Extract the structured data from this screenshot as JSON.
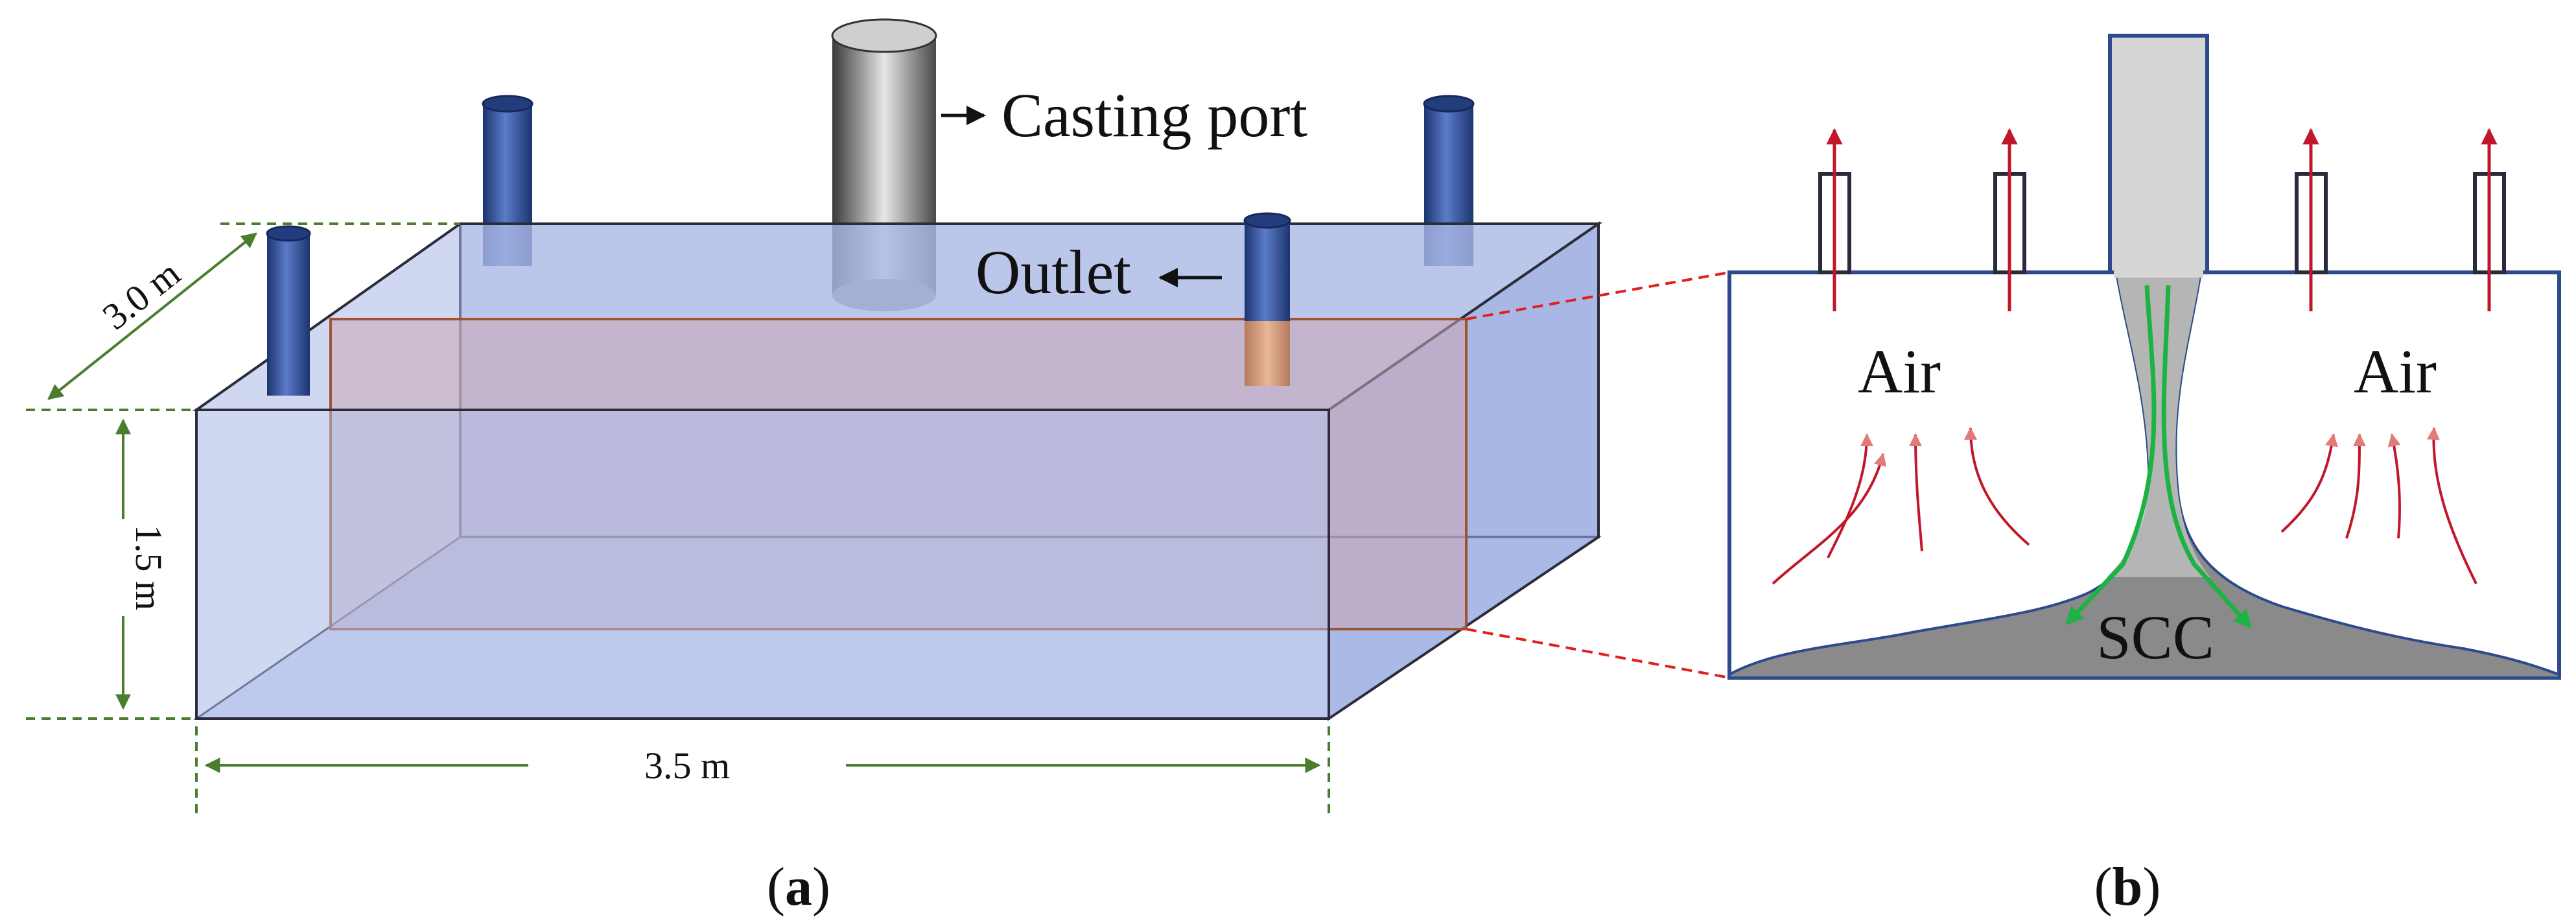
{
  "panel_a": {
    "label_prefix": "(",
    "label_letter": "a",
    "label_suffix": ")",
    "annotations": {
      "casting_port": "Casting port",
      "outlet": "Outlet"
    },
    "dimensions": {
      "depth": "3.0 m",
      "height": "1.5 m",
      "length": "3.5 m"
    }
  },
  "panel_b": {
    "label_prefix": "(",
    "label_letter": "b",
    "label_suffix": ")",
    "labels": {
      "air_left": "Air",
      "air_right": "Air",
      "scc": "SCC"
    }
  },
  "colors": {
    "box_fill": "#a9b8e6",
    "box_edge": "#2b2b3a",
    "fluid_fill": "#c9a7b4",
    "fluid_edge": "#a0522d",
    "pipe_blue": "#2f4f94",
    "dimension_green": "#4a7d2e",
    "air_flow_red": "#c0182a",
    "scc_flow_green": "#1db344",
    "concrete_gray": "#8a8a8a",
    "leader_red": "#e02020"
  }
}
